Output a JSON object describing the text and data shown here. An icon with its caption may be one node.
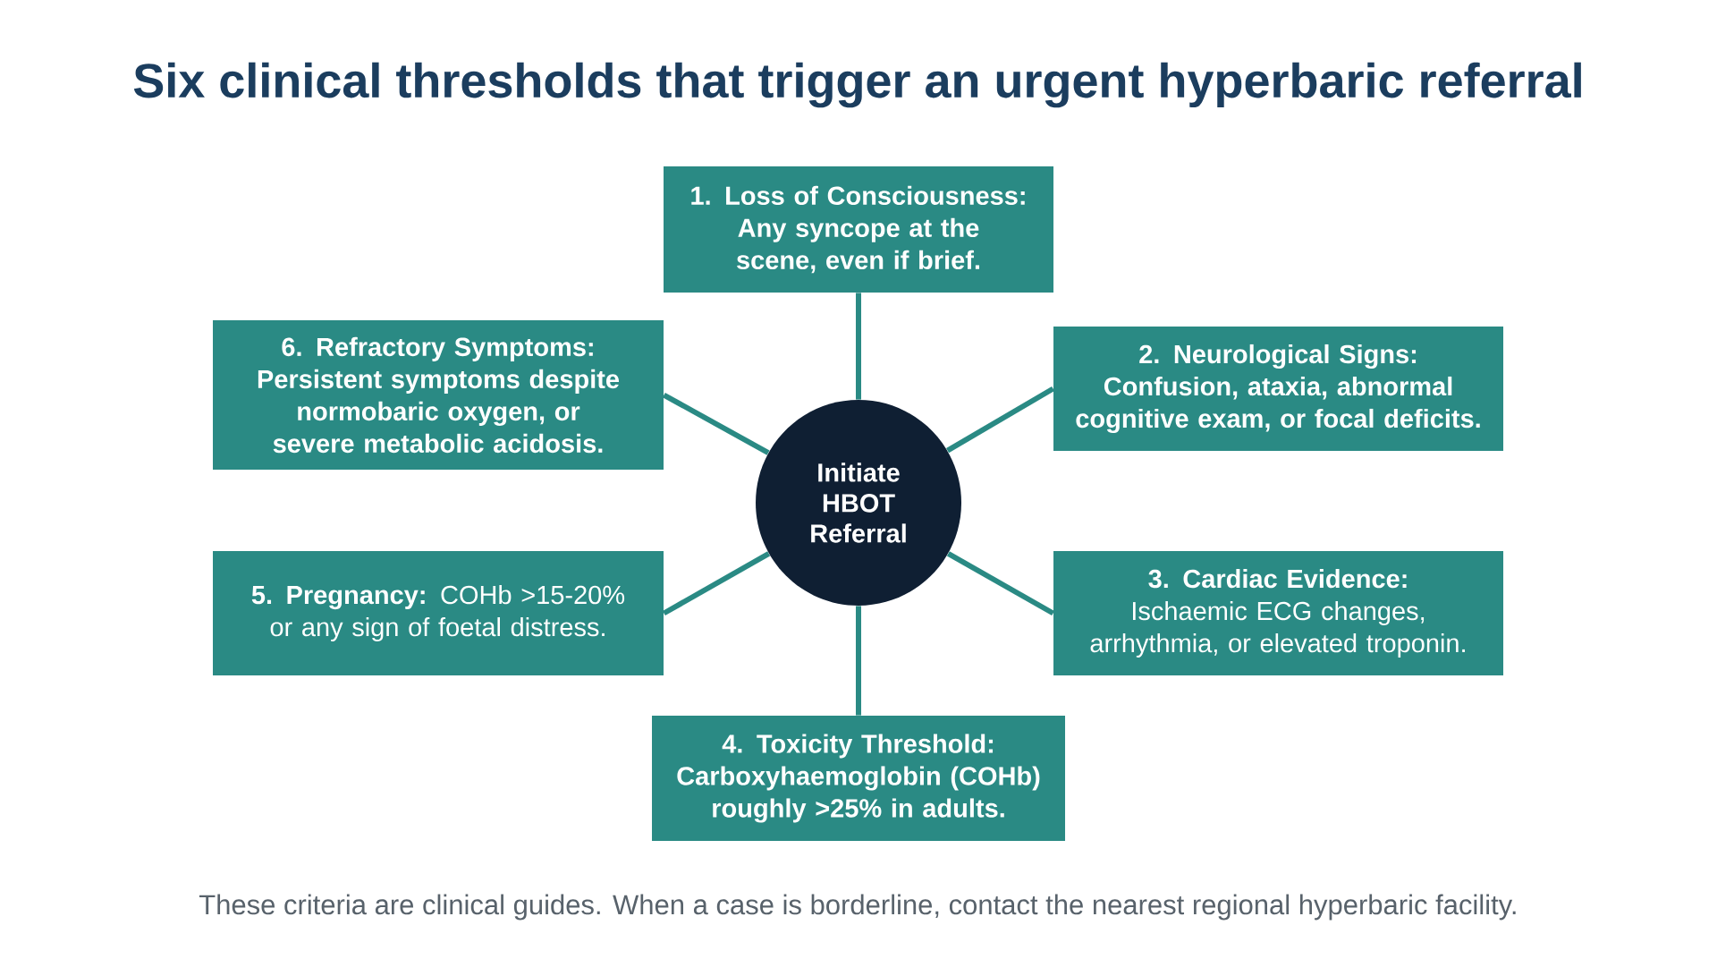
{
  "diagram": {
    "title": "Six clinical thresholds that trigger an urgent hyperbaric referral",
    "nodes": [
      {
        "text": [
          "Initiate HBOT Referral"
        ]
      },
      {
        "text": [
          "1. Loss of Consciousness:",
          "Any syncope at the scene, even if brief."
        ]
      },
      {
        "text": [
          "2. Neurological Signs:",
          "Confusion, ataxia, abnormal cognitive exam, or focal deficits."
        ]
      },
      {
        "text": [
          "**3. Cardiac Evidence:** Ischaemic ECG changes, arrhythmia, or elevated troponin."
        ]
      },
      {
        "text": [
          "4. Toxicity Threshold:",
          "Carboxyhaemoglobin (COHb) roughly >25% in adults."
        ]
      },
      {
        "text": [
          "**5. Pregnancy:** COHb >15-20% or any sign of foetal distress."
        ]
      },
      {
        "text": [
          "6. Refractory Symptoms:",
          "Persistent symptoms despite normobaric oxygen, or severe metabolic acidosis."
        ]
      }
    ],
    "edges": [
      {
        "from": 0,
        "to": 1,
        "arrow": "none"
      },
      {
        "from": 0,
        "to": 2,
        "arrow": "none"
      },
      {
        "from": 0,
        "to": 3,
        "arrow": "none"
      },
      {
        "from": 0,
        "to": 4,
        "arrow": "none"
      },
      {
        "from": 0,
        "to": 5,
        "arrow": "none"
      },
      {
        "from": 0,
        "to": 6,
        "arrow": "none"
      }
    ],
    "caption": "These criteria are clinical guides. When a case is borderline, contact the nearest regional hyperbaric facility."
  }
}
